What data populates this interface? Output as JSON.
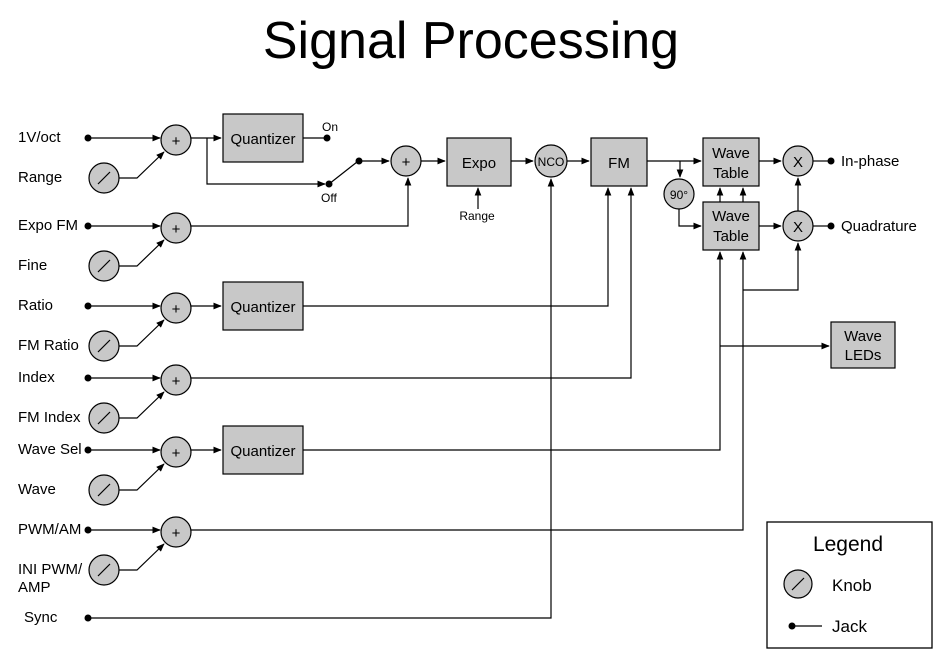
{
  "title": "Signal Processing",
  "inputs": [
    "1V/oct",
    "Range",
    "Expo FM",
    "Fine",
    "Ratio",
    "FM Ratio",
    "Index",
    "FM Index",
    "Wave Sel",
    "Wave",
    "PWM/AM",
    "INI PWM/",
    "AMP",
    "Sync"
  ],
  "blocks": {
    "quantizer": "Quantizer",
    "expo": "Expo",
    "nco": "NCO",
    "fm": "FM",
    "wave_table_1": "Wave",
    "wave_table_2": "Table",
    "phase_shift": "90°",
    "wave_leds_1": "Wave",
    "wave_leds_2": "LEDs",
    "sum": "+",
    "mult": "X"
  },
  "switch": {
    "on": "On",
    "off": "Off"
  },
  "expo_range": "Range",
  "outputs": {
    "in_phase": "In-phase",
    "quadrature": "Quadrature"
  },
  "legend": {
    "title": "Legend",
    "knob": "Knob",
    "jack": "Jack"
  }
}
